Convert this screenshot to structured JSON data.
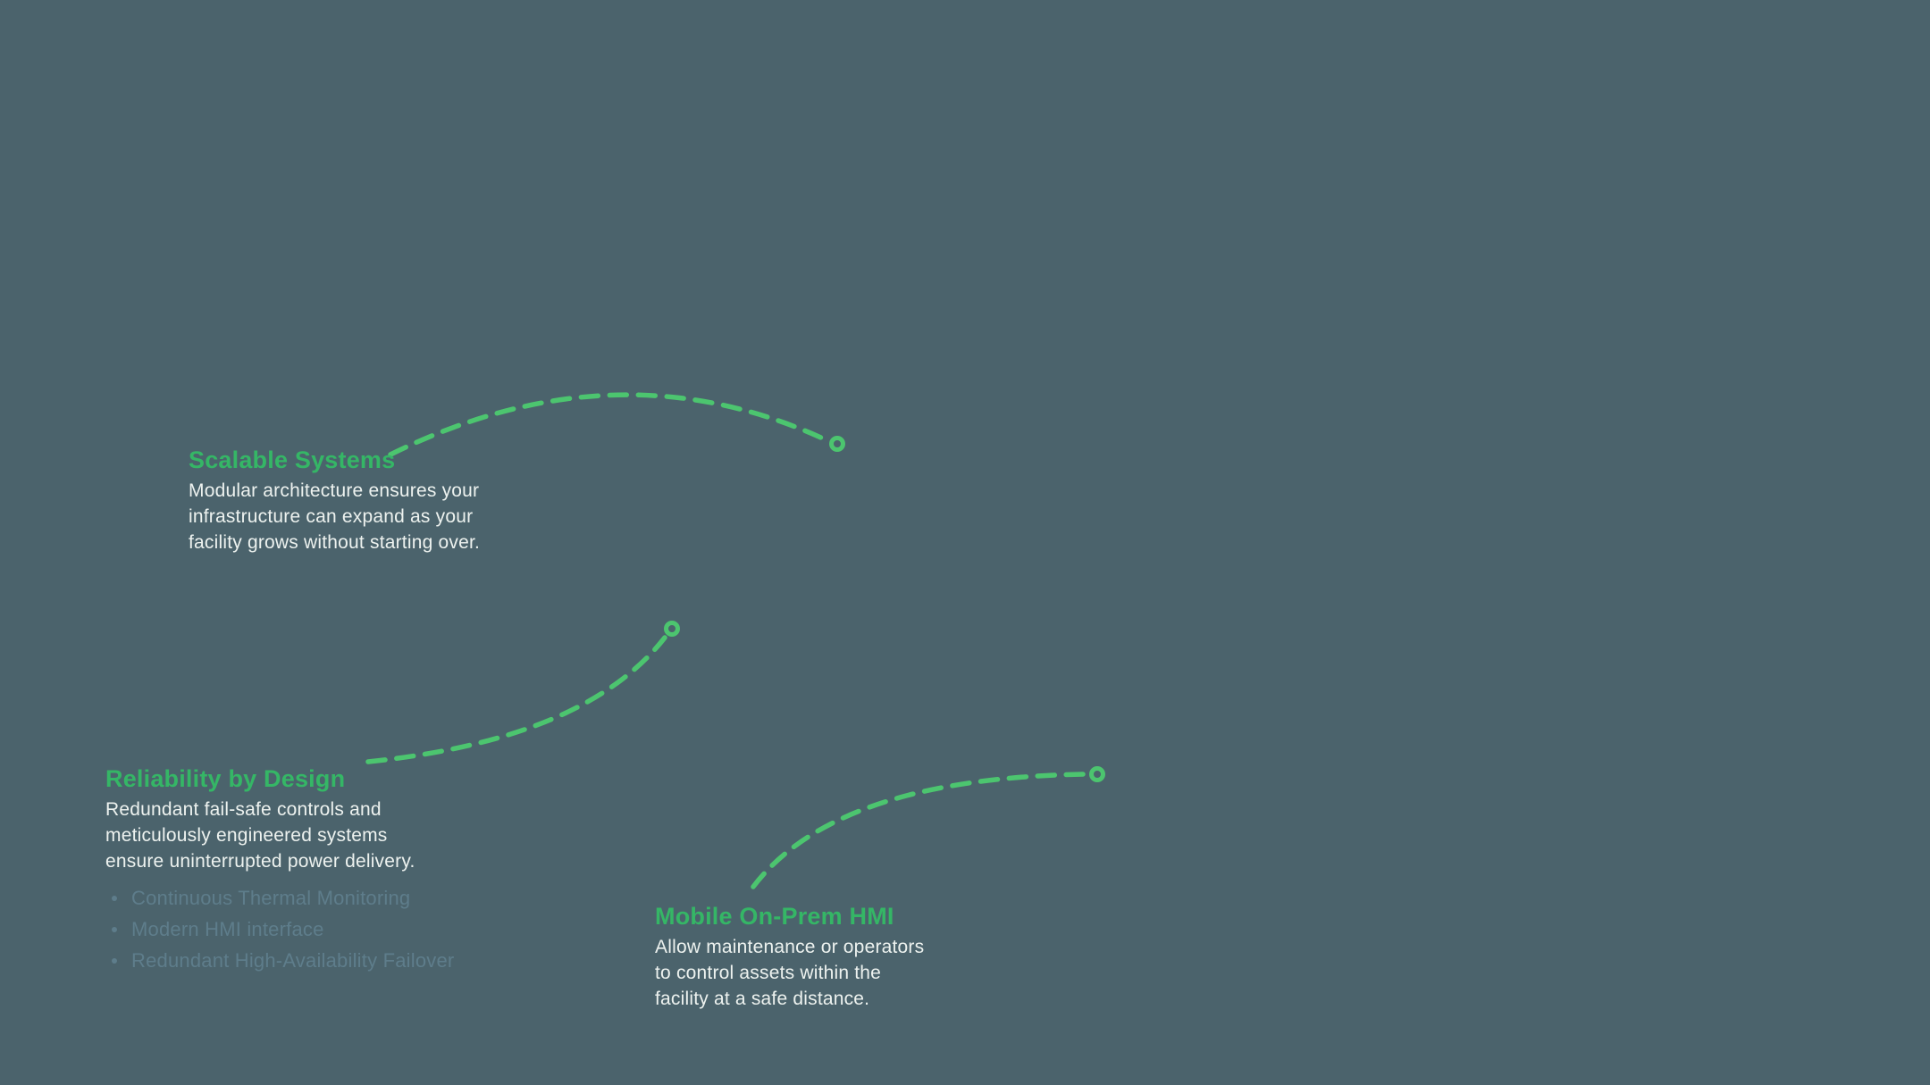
{
  "theme": {
    "background": "#4b636c",
    "title_green": "#35b666",
    "line_green": "#4cc56f",
    "body_text": "#edf2ef",
    "muted_text": "#5e7d8b"
  },
  "callouts": [
    {
      "id": "scalable-systems",
      "title": "Scalable Systems",
      "description_lines": [
        "Modular architecture ensures your",
        "infrastructure can expand as your",
        "facility grows without starting over."
      ]
    },
    {
      "id": "reliability-by-design",
      "title": "Reliability by Design",
      "description_lines": [
        "Redundant fail-safe controls and",
        "meticulously engineered systems",
        "ensure uninterrupted power delivery."
      ],
      "bullets": [
        "Continuous Thermal Monitoring",
        "Modern HMI interface",
        "Redundant High-Availability Failover"
      ]
    },
    {
      "id": "mobile-on-prem-hmi",
      "title": "Mobile On-Prem HMI",
      "description_lines": [
        "Allow maintenance or operators",
        "to control assets within the",
        "facility at a safe distance."
      ]
    }
  ],
  "icons": {
    "leader_endpoint": "ring-circle",
    "bullet_marker": "dot"
  }
}
